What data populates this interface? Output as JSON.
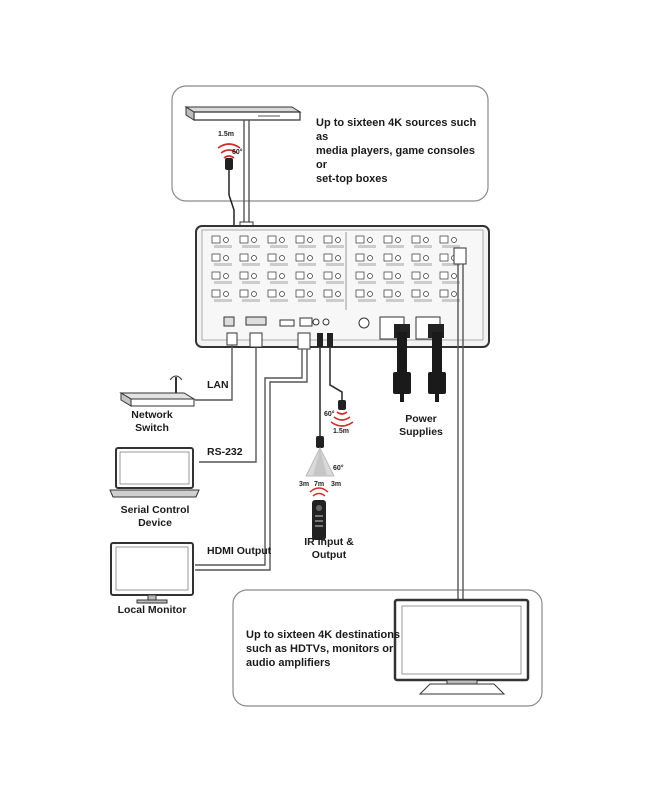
{
  "sources_box": {
    "text": "Up to sixteen 4K sources such as\nmedia players, game consoles or\nset-top boxes",
    "ir_length": "1.5m",
    "ir_angle": "60°"
  },
  "destinations_box": {
    "text": "Up to sixteen 4K destinations\nsuch as HDTVs, monitors or\naudio amplifiers"
  },
  "lan": {
    "label": "LAN",
    "device_label": "Network\nSwitch"
  },
  "rs232": {
    "label": "RS-232",
    "device_label": "Serial Control\nDevice"
  },
  "hdmi_output": {
    "label": "HDMI Output",
    "device_label": "Local Monitor"
  },
  "power": {
    "label": "Power\nSupplies"
  },
  "ir": {
    "label": "IR Input &\nOutput",
    "sensor_angle": "60°",
    "sensor_length": "1.5m",
    "emitter_angle": "60°",
    "range_left": "3m",
    "range_center": "7m",
    "range_right": "3m"
  },
  "colors": {
    "line": "#555555",
    "box_stroke": "#888888",
    "ir_wave": "#d22b2b",
    "panel": "#f2f2f2",
    "cable": "#1a1a1a"
  },
  "icons": [
    "media-player-icon",
    "ir-receiver-icon",
    "matrix-switcher-icon",
    "network-switch-icon",
    "laptop-icon",
    "monitor-icon",
    "tv-icon",
    "ir-emitter-icon",
    "remote-control-icon",
    "power-cable-icon"
  ]
}
